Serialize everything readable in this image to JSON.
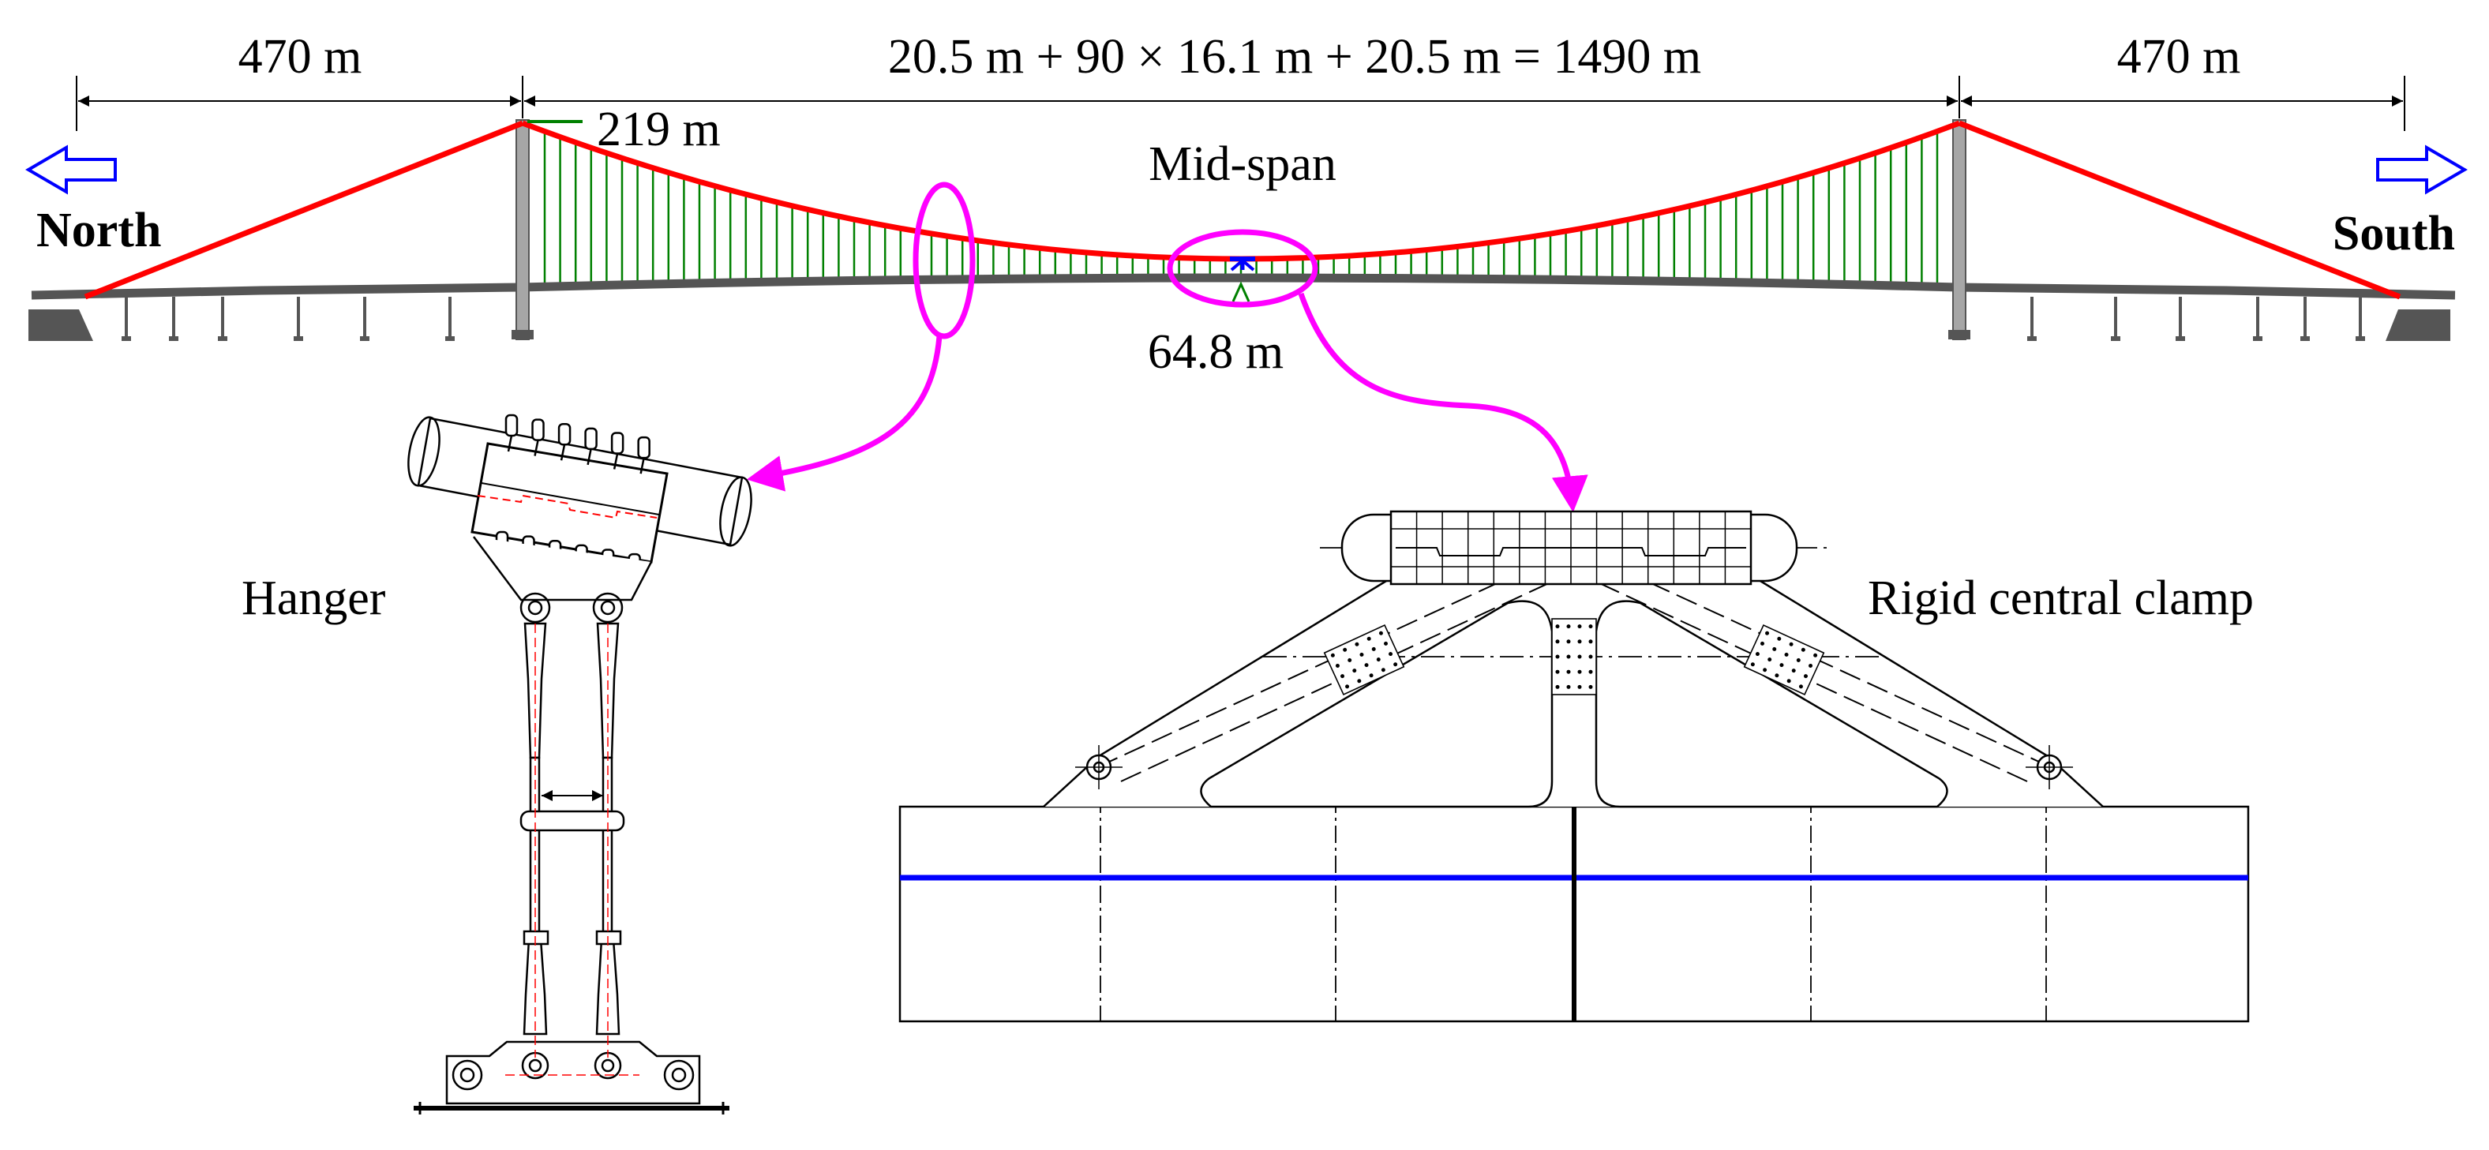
{
  "dimensions": {
    "north_side_span": "470 m",
    "main_span": "20.5 m + 90 × 16.1 m + 20.5 m = 1490 m",
    "south_side_span": "470 m",
    "sag": "219 m",
    "central_clamp_height": "64.8 m"
  },
  "labels": {
    "north": "North",
    "south": "South",
    "mid_span": "Mid-span",
    "hanger": "Hanger",
    "rigid_central_clamp": "Rigid central clamp"
  },
  "colors": {
    "cable": "#ff0000",
    "hangers": "#008000",
    "highlight": "#ff00ff",
    "direction_arrows": "#0000ff",
    "girder_axis": "#0000ff",
    "deck": "#555555",
    "tower": "#a6a6a6"
  },
  "icons": {
    "north_arrow": "left-arrow-outline-icon",
    "south_arrow": "right-arrow-outline-icon"
  }
}
